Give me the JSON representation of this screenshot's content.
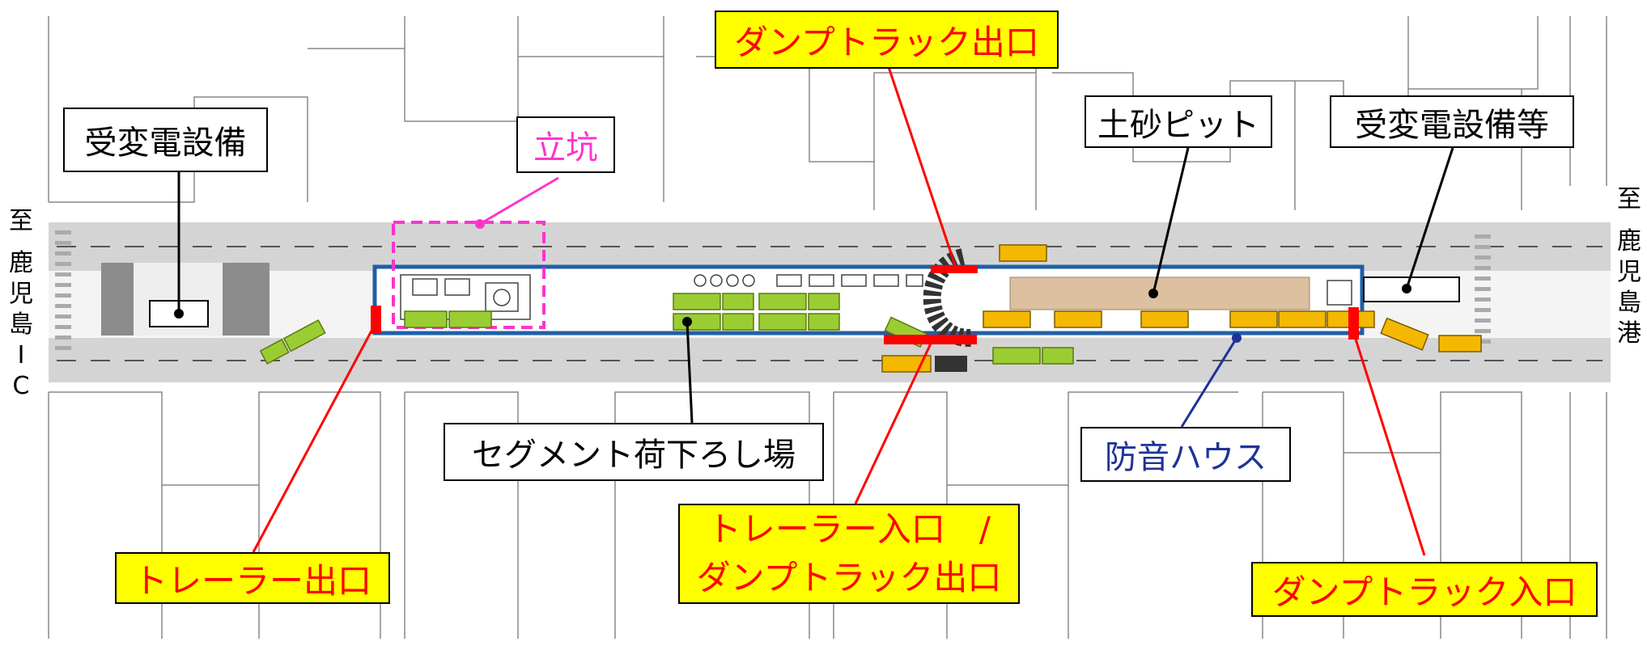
{
  "labels": {
    "substation_left": "受変電設備",
    "shaft": "立坑",
    "dump_exit_top": "ダンプトラック出口",
    "soil_pit": "土砂ピット",
    "substation_right": "受変電設備等",
    "segment_yard": "セグメント荷下ろし場",
    "sound_house": "防音ハウス",
    "trailer_exit": "トレーラー出口",
    "trailer_entry_line1": "トレーラー入口　/",
    "trailer_entry_line2": "ダンプトラック出口",
    "dump_entry": "ダンプトラック入口"
  },
  "directions": {
    "left": [
      "至",
      "鹿",
      "児",
      "島",
      "I",
      "C"
    ],
    "right": [
      "至",
      "鹿",
      "児",
      "島",
      "港"
    ]
  },
  "colors": {
    "callout_fill": "#ffff00",
    "callout_text": "#ff0000",
    "gate_red": "#ff0000",
    "house_outline": "#1f5fa8",
    "shaft_outline": "#ff33cc",
    "sound_house_text": "#1f3299",
    "soil_pit_fill": "#dcc0a0",
    "dump_truck": "#f5b800",
    "trailer": "#9acd32"
  }
}
